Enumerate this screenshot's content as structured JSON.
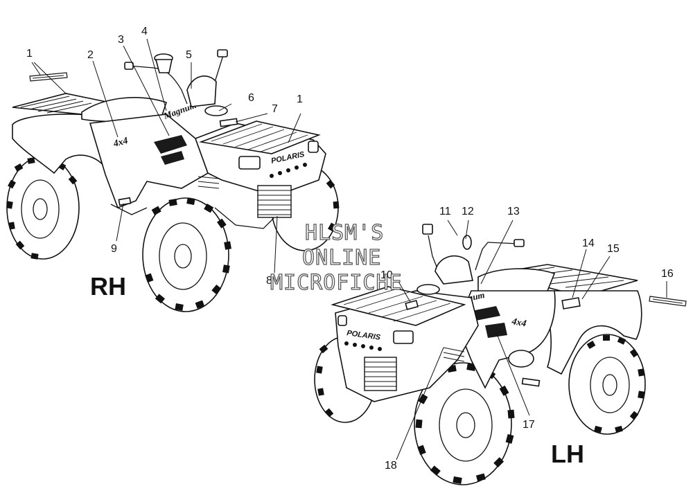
{
  "diagram": {
    "side_labels": {
      "right": "RH",
      "left": "LH"
    },
    "watermark": [
      "HLSM'S",
      "ONLINE",
      "MICROFICHE"
    ],
    "decals": {
      "brand": "POLARIS",
      "model": "Magnum",
      "drive": "4x4"
    },
    "callouts": [
      "1",
      "2",
      "3",
      "4",
      "5",
      "6",
      "7",
      "1",
      "9",
      "8",
      "11",
      "12",
      "13",
      "10",
      "14",
      "15",
      "16",
      "17",
      "18"
    ]
  },
  "colors": {
    "ink": "#111111",
    "paper": "#ffffff"
  }
}
